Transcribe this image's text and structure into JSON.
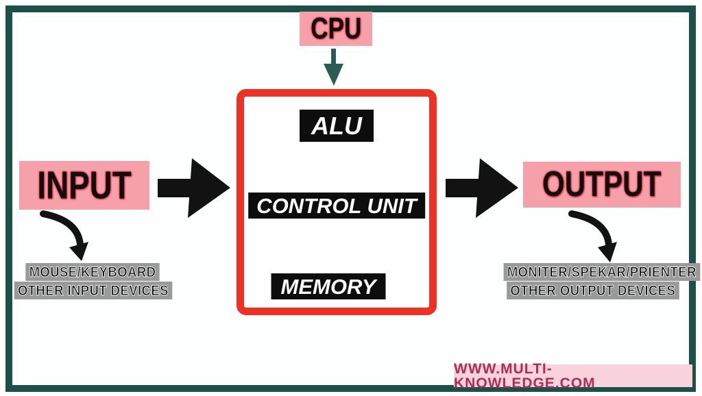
{
  "diagram": {
    "cpu_label": "CPU",
    "input_label": "INPUT",
    "output_label": "OUTPUT",
    "cpu_box": {
      "alu": "ALU",
      "control_unit": "CONTROL UNIT",
      "memory": "MEMORY"
    },
    "input_devices": {
      "line1": "MOUSE/KEYBOARD",
      "line2": "OTHER INPUT DEVICES"
    },
    "output_devices": {
      "line1": "MONITER/SPEKAR/PRIENTER",
      "line2": "OTHER OUTPUT DEVICES"
    },
    "watermark": "WWW.MULTI-KNOWLEDGE.COM",
    "colors": {
      "frame_teal": "#1e4f49",
      "label_pink": "#f6a0aa",
      "label_glow_red": "#d8384a",
      "cpu_box_red": "#ee3124",
      "chip_black": "#0d0d0d",
      "caption_gray": "#9a9a9a",
      "arrow_black": "#121212",
      "arrow_teal": "#2b5b53",
      "watermark_bg": "#f8d3dc",
      "watermark_text": "#a93058"
    }
  }
}
